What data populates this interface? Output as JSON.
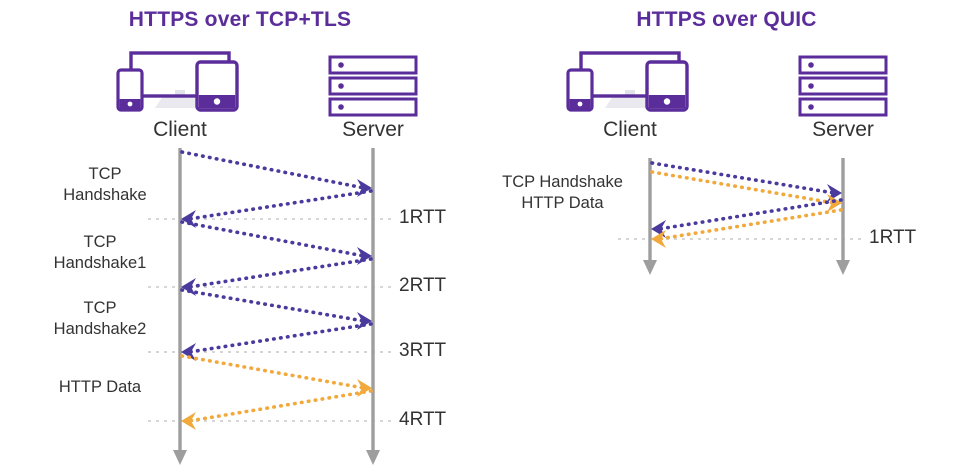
{
  "meta": {
    "colors": {
      "title_purple": "#5b2d9b",
      "arrow_purple": "#4b3a9e",
      "arrow_orange": "#f2a93c",
      "lifeline_gray": "#9e9e9e",
      "rtt_line_gray": "#c9c9c9",
      "text_gray": "#333333",
      "background": "#ffffff"
    }
  },
  "panels": [
    {
      "id": "tcp",
      "title": "HTTPS over TCP+TLS",
      "client_label": "Client",
      "server_label": "Server",
      "client_icon": "devices-icon",
      "server_icon": "server-rack-icon",
      "messages": [
        {
          "label": "TCP\nHandshake",
          "color": "#4b3a9e",
          "direction": "right"
        },
        {
          "label": "",
          "color": "#4b3a9e",
          "direction": "left"
        },
        {
          "label": "TCP\nHandshake1",
          "color": "#4b3a9e",
          "direction": "right"
        },
        {
          "label": "",
          "color": "#4b3a9e",
          "direction": "left"
        },
        {
          "label": "TCP\nHandshake2",
          "color": "#4b3a9e",
          "direction": "right"
        },
        {
          "label": "",
          "color": "#4b3a9e",
          "direction": "left"
        },
        {
          "label": "HTTP Data",
          "color": "#f2a93c",
          "direction": "right"
        },
        {
          "label": "",
          "color": "#f2a93c",
          "direction": "left"
        }
      ],
      "rtt_markers": [
        "1RTT",
        "2RTT",
        "3RTT",
        "4RTT"
      ]
    },
    {
      "id": "quic",
      "title": "HTTPS over QUIC",
      "client_label": "Client",
      "server_label": "Server",
      "client_icon": "devices-icon",
      "server_icon": "server-rack-icon",
      "messages": [
        {
          "label": "TCP Handshake\nHTTP Data",
          "color": "#4b3a9e",
          "direction": "right"
        },
        {
          "label": "",
          "color": "#f2a93c",
          "direction": "right"
        },
        {
          "label": "",
          "color": "#4b3a9e",
          "direction": "left"
        },
        {
          "label": "",
          "color": "#f2a93c",
          "direction": "left"
        }
      ],
      "rtt_markers": [
        "1RTT"
      ]
    }
  ],
  "labels": {
    "tcp": {
      "msg0": "TCP\nHandshake",
      "msg1": "TCP\nHandshake1",
      "msg2": "TCP\nHandshake2",
      "msg3": "HTTP Data",
      "rtt1": "1RTT",
      "rtt2": "2RTT",
      "rtt3": "3RTT",
      "rtt4": "4RTT",
      "client": "Client",
      "server": "Server",
      "title": "HTTPS over TCP+TLS"
    },
    "quic": {
      "msg0": "TCP Handshake\nHTTP Data",
      "rtt1": "1RTT",
      "client": "Client",
      "server": "Server",
      "title": "HTTPS over QUIC"
    }
  }
}
